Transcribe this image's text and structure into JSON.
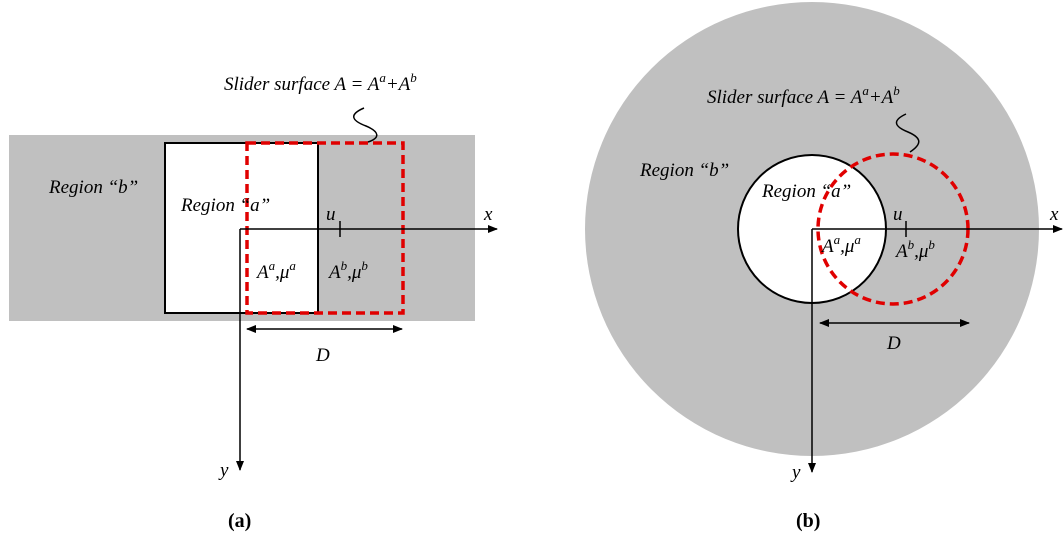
{
  "panel_a": {
    "slider_label": "Slider surface A = A",
    "slider_sup1": "a",
    "slider_plus": "+A",
    "slider_sup2": "b",
    "region_b": "Region “b”",
    "region_a": "Region “a”",
    "u_label": "u",
    "x_label": "x",
    "y_label": "y",
    "aa_base": "A",
    "aa_sup": "a",
    "aa_mu": ",μ",
    "aa_mu_sup": "a",
    "ab_base": "A",
    "ab_sup": "b",
    "ab_mu": ",μ",
    "ab_mu_sup": "b",
    "d_label": "D",
    "caption": "(a)"
  },
  "panel_b": {
    "slider_label": "Slider surface A = A",
    "slider_sup1": "a",
    "slider_plus": "+A",
    "slider_sup2": "b",
    "region_b": "Region “b”",
    "region_a": "Region “a”",
    "u_label": "u",
    "x_label": "x",
    "y_label": "y",
    "aa_base": "A",
    "aa_sup": "a",
    "aa_mu": ",μ",
    "aa_mu_sup": "a",
    "ab_base": "A",
    "ab_sup": "b",
    "ab_mu": ",μ",
    "ab_mu_sup": "b",
    "d_label": "D",
    "caption": "(b)"
  },
  "colors": {
    "region_fill": "#c0c0c0",
    "slider_outline": "#e00000",
    "region_a_fill": "#ffffff",
    "line": "#000000"
  }
}
